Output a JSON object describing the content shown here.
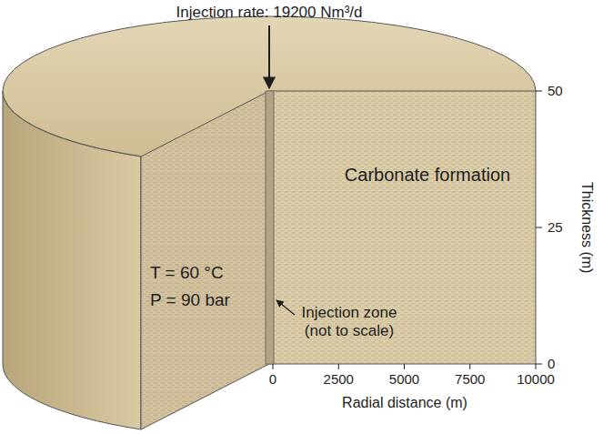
{
  "diagram": {
    "labels": [
      "Injection rate: 19200 Nm³/d",
      "Carbonate formation",
      "T = 60 °C",
      "P = 90 bar",
      "Injection zone (not to scale)",
      "Thickness (m)",
      "50",
      "25",
      "0",
      "0",
      "2500",
      "5000",
      "7500",
      "10000",
      "Radial distance (m)"
    ]
  }
}
